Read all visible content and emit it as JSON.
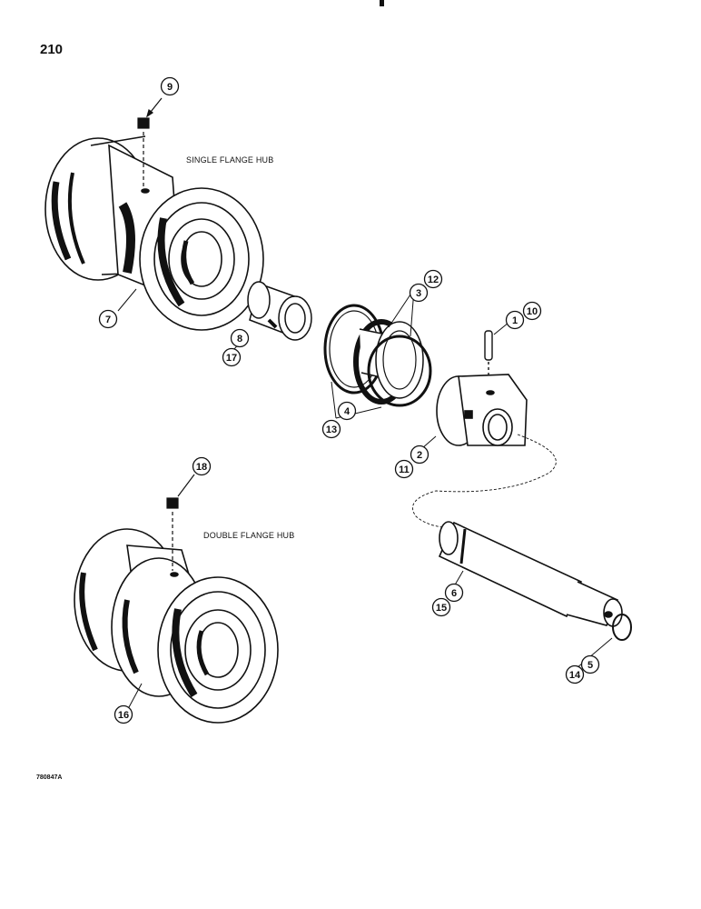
{
  "page_number": "210",
  "labels": {
    "single_flange_hub": "SINGLE FLANGE HUB",
    "double_flange_hub": "DOUBLE FLANGE HUB"
  },
  "reference_code": "780847A",
  "callouts": [
    "1",
    "2",
    "3",
    "4",
    "5",
    "6",
    "7",
    "8",
    "9",
    "10",
    "11",
    "12",
    "13",
    "14",
    "15",
    "16",
    "17",
    "18"
  ],
  "colors": {
    "ink": "#111111",
    "paper": "#ffffff"
  }
}
